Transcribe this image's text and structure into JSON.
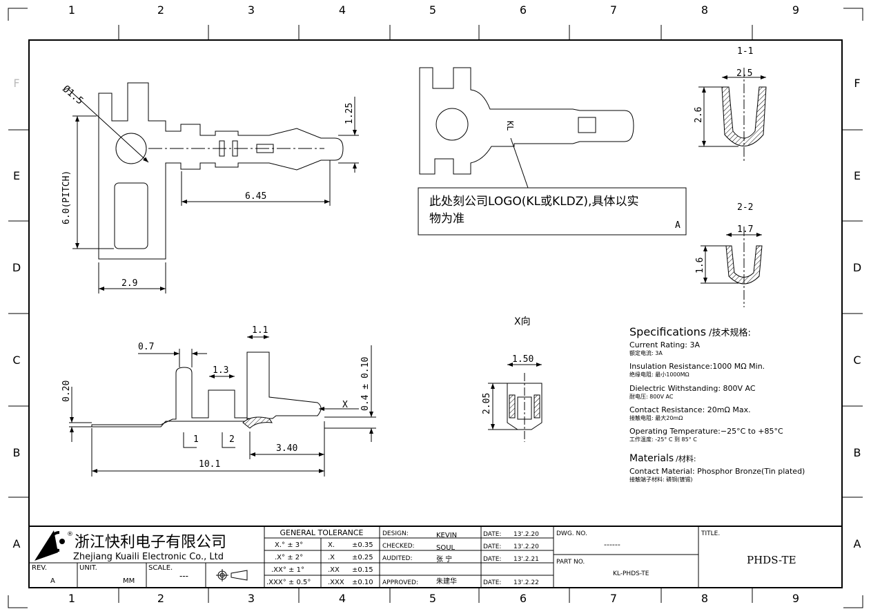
{
  "frame": {
    "columns": [
      "1",
      "2",
      "3",
      "4",
      "5",
      "6",
      "7",
      "8",
      "9"
    ],
    "rows": [
      "F",
      "E",
      "D",
      "C",
      "B",
      "A"
    ]
  },
  "views": {
    "section_1": "1-1",
    "section_2": "2-2",
    "x_dir": "X向",
    "x_arrow": "X",
    "note": {
      "line1": "此处刻公司LOGO(KL或KLDZ),具体以实",
      "line2": "物为准",
      "rev": "A"
    },
    "stamp": "KL",
    "dims": {
      "dia": "Ø1.5",
      "pitch": "6.0(PITCH)",
      "d_125": "1.25",
      "d_645": "6.45",
      "d_29": "2.9",
      "d_25": "2.5",
      "d_26": "2.6",
      "d_17": "1.7",
      "d_16": "1.6",
      "d_07": "0.7",
      "d_11": "1.1",
      "d_13": "1.3",
      "d_020": "0.20",
      "d_04": "0.4 ± 0.10",
      "d_1": "1",
      "d_2": "2",
      "d_340": "3.40",
      "d_101": "10.1",
      "d_150": "1.50",
      "d_205": "2.05"
    }
  },
  "specs": {
    "title": "Specifications",
    "title_cn": "/技术规格:",
    "items": [
      {
        "en": "Current Rating:   3A",
        "cn": "额定电流: 3A"
      },
      {
        "en": "Insulation Resistance:1000 MΩ Min.",
        "cn": "绝缘电阻: 最小1000MΩ"
      },
      {
        "en": "Dielectric Withstanding:   800V AC",
        "cn": "耐电压: 800V AC"
      },
      {
        "en": "Contact Resistance:   20mΩ Max.",
        "cn": "接触电阻: 最大20mΩ"
      },
      {
        "en": "Operating Temperature:−25°C to +85°C",
        "cn": "工作温度: -25° C 到 85° C"
      }
    ],
    "materials_title": "Materials",
    "materials_title_cn": "/材料:",
    "material_en": "Contact Material: Phosphor Bronze(Tin plated)",
    "material_cn": "接触端子材料: 磷铜(镀锡)"
  },
  "title_block": {
    "company_cn": "浙江快利电子有限公司",
    "company_en": "Zhejiang Kuaili Electronic Co., Ltd",
    "rev_label": "REV.",
    "rev": "A",
    "unit_label": "UNIT.",
    "unit": "MM",
    "scale_label": "SCALE.",
    "scale": "---",
    "tolerance_title": "GENERAL TOLERANCE",
    "tolerance": [
      [
        "X.° ± 3°",
        "X.",
        "±0.35"
      ],
      [
        ".X° ± 2°",
        ".X",
        "±0.25"
      ],
      [
        ".XX° ± 1°",
        ".XX",
        "±0.15"
      ],
      [
        ".XXX° ± 0.5°",
        ".XXX",
        "±0.10"
      ]
    ],
    "signoff": [
      {
        "label": "DESIGN:",
        "name": "KEVIN",
        "date_label": "DATE:",
        "date": "13'.2.20"
      },
      {
        "label": "CHECKED:",
        "name": "SOUL",
        "date_label": "DATE:",
        "date": "13'.2.20"
      },
      {
        "label": "AUDITED:",
        "name": "张  宁",
        "date_label": "DATE:",
        "date": "13'.2.21"
      },
      {
        "label": "APPROVED:",
        "name": "朱建华",
        "date_label": "DATE:",
        "date": "13'.2.22"
      }
    ],
    "dwg_label": "DWG. NO.",
    "dwg": "------",
    "part_label": "PART NO.",
    "part": "KL-PHDS-TE",
    "title_label": "TITLE.",
    "title": "PHDS-TE"
  }
}
